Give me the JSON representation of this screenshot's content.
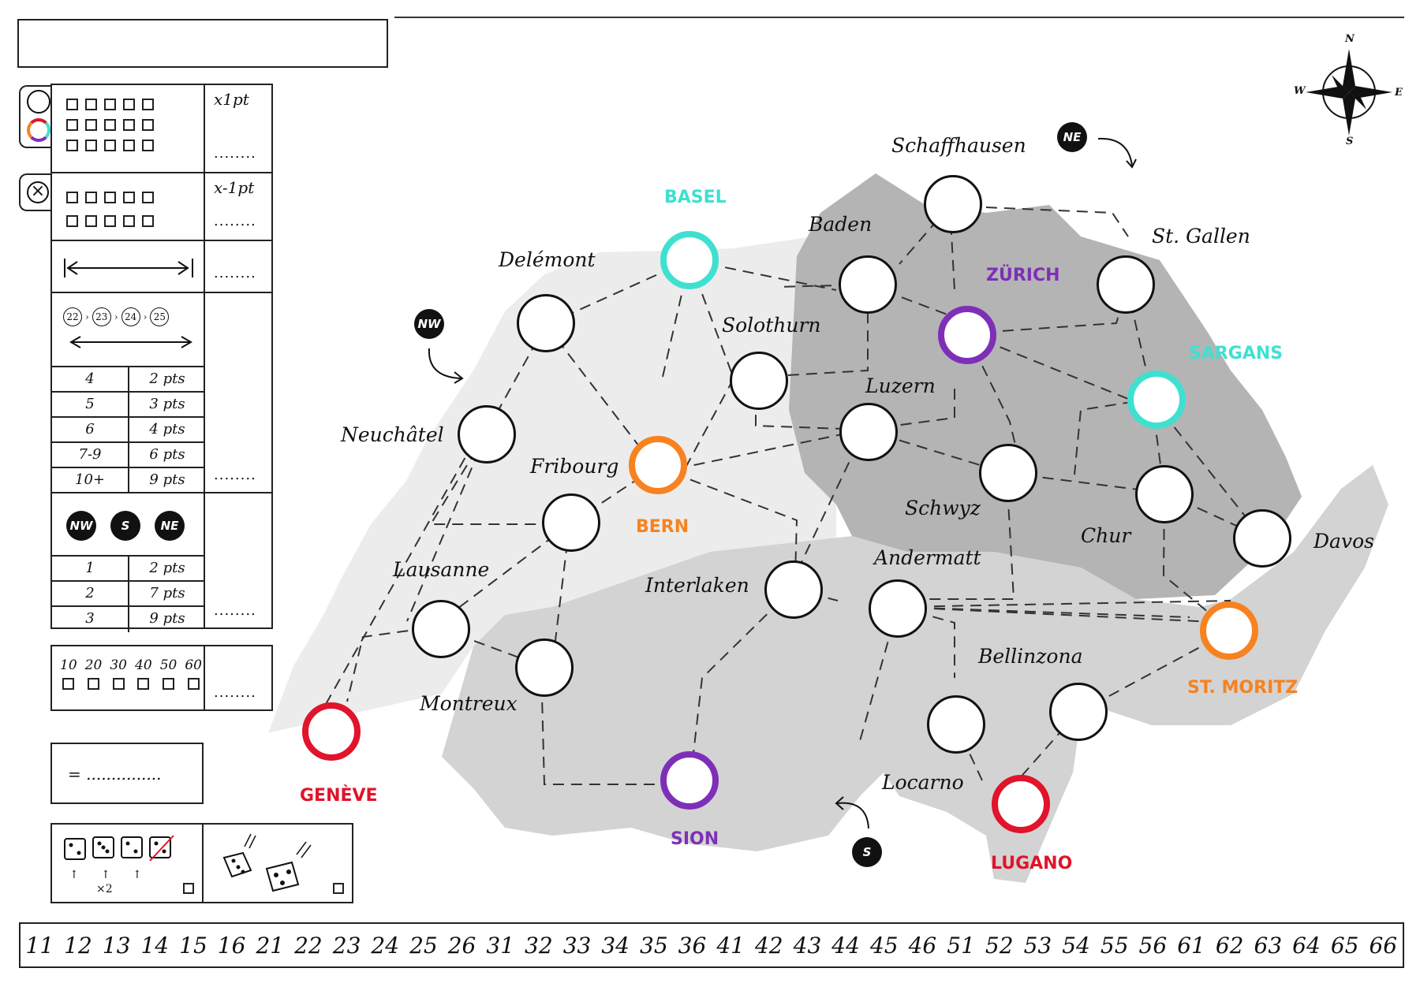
{
  "compass": {
    "n": "N",
    "e": "E",
    "s": "S",
    "w": "W"
  },
  "direction_tags": {
    "nw": "NW",
    "ne": "NE",
    "s": "S"
  },
  "score_sheet": {
    "row1_multiplier": "x1pt",
    "row2_multiplier": "x-1pt",
    "dots": "........",
    "chain": [
      "22",
      "23",
      "24",
      "25"
    ],
    "length_table": [
      {
        "len": "4",
        "pts": "2 pts"
      },
      {
        "len": "5",
        "pts": "3 pts"
      },
      {
        "len": "6",
        "pts": "4 pts"
      },
      {
        "len": "7-9",
        "pts": "6 pts"
      },
      {
        "len": "10+",
        "pts": "9 pts"
      }
    ],
    "direction_badges": [
      "NW",
      "S",
      "NE"
    ],
    "direction_table": [
      {
        "count": "1",
        "pts": "2 pts"
      },
      {
        "count": "2",
        "pts": "7 pts"
      },
      {
        "count": "3",
        "pts": "9 pts"
      }
    ],
    "bonus_values": [
      "10",
      "20",
      "30",
      "40",
      "50",
      "60"
    ],
    "total": "= ...............",
    "dice_multiplier": "×2"
  },
  "cities": {
    "schaffhausen": "Schaffhausen",
    "baden": "Baden",
    "st_gallen": "St. Gallen",
    "delemont": "Delémont",
    "solothurn": "Solothurn",
    "luzern": "Luzern",
    "neuchatel": "Neuchâtel",
    "fribourg": "Fribourg",
    "schwyz": "Schwyz",
    "chur": "Chur",
    "davos": "Davos",
    "lausanne": "Lausanne",
    "interlaken": "Interlaken",
    "andermatt": "Andermatt",
    "bellinzona": "Bellinzona",
    "montreux": "Montreux",
    "locarno": "Locarno"
  },
  "special_cities": {
    "basel": "BASEL",
    "zurich": "ZÜRICH",
    "sargans": "SARGANS",
    "bern": "BERN",
    "st_moritz": "ST. MORITZ",
    "geneve": "GENÈVE",
    "sion": "SION",
    "lugano": "LUGANO"
  },
  "colors": {
    "cyan": "#3fe0d0",
    "purple": "#7e2fb8",
    "orange": "#f7821f",
    "red": "#e0142a",
    "map_light": "#ececec",
    "map_mid": "#d3d3d3",
    "map_dark": "#b4b4b4"
  },
  "dice_numbers": [
    "11",
    "12",
    "13",
    "14",
    "15",
    "16",
    "21",
    "22",
    "23",
    "24",
    "25",
    "26",
    "31",
    "32",
    "33",
    "34",
    "35",
    "36",
    "41",
    "42",
    "43",
    "44",
    "45",
    "46",
    "51",
    "52",
    "53",
    "54",
    "55",
    "56",
    "61",
    "62",
    "63",
    "64",
    "65",
    "66"
  ]
}
